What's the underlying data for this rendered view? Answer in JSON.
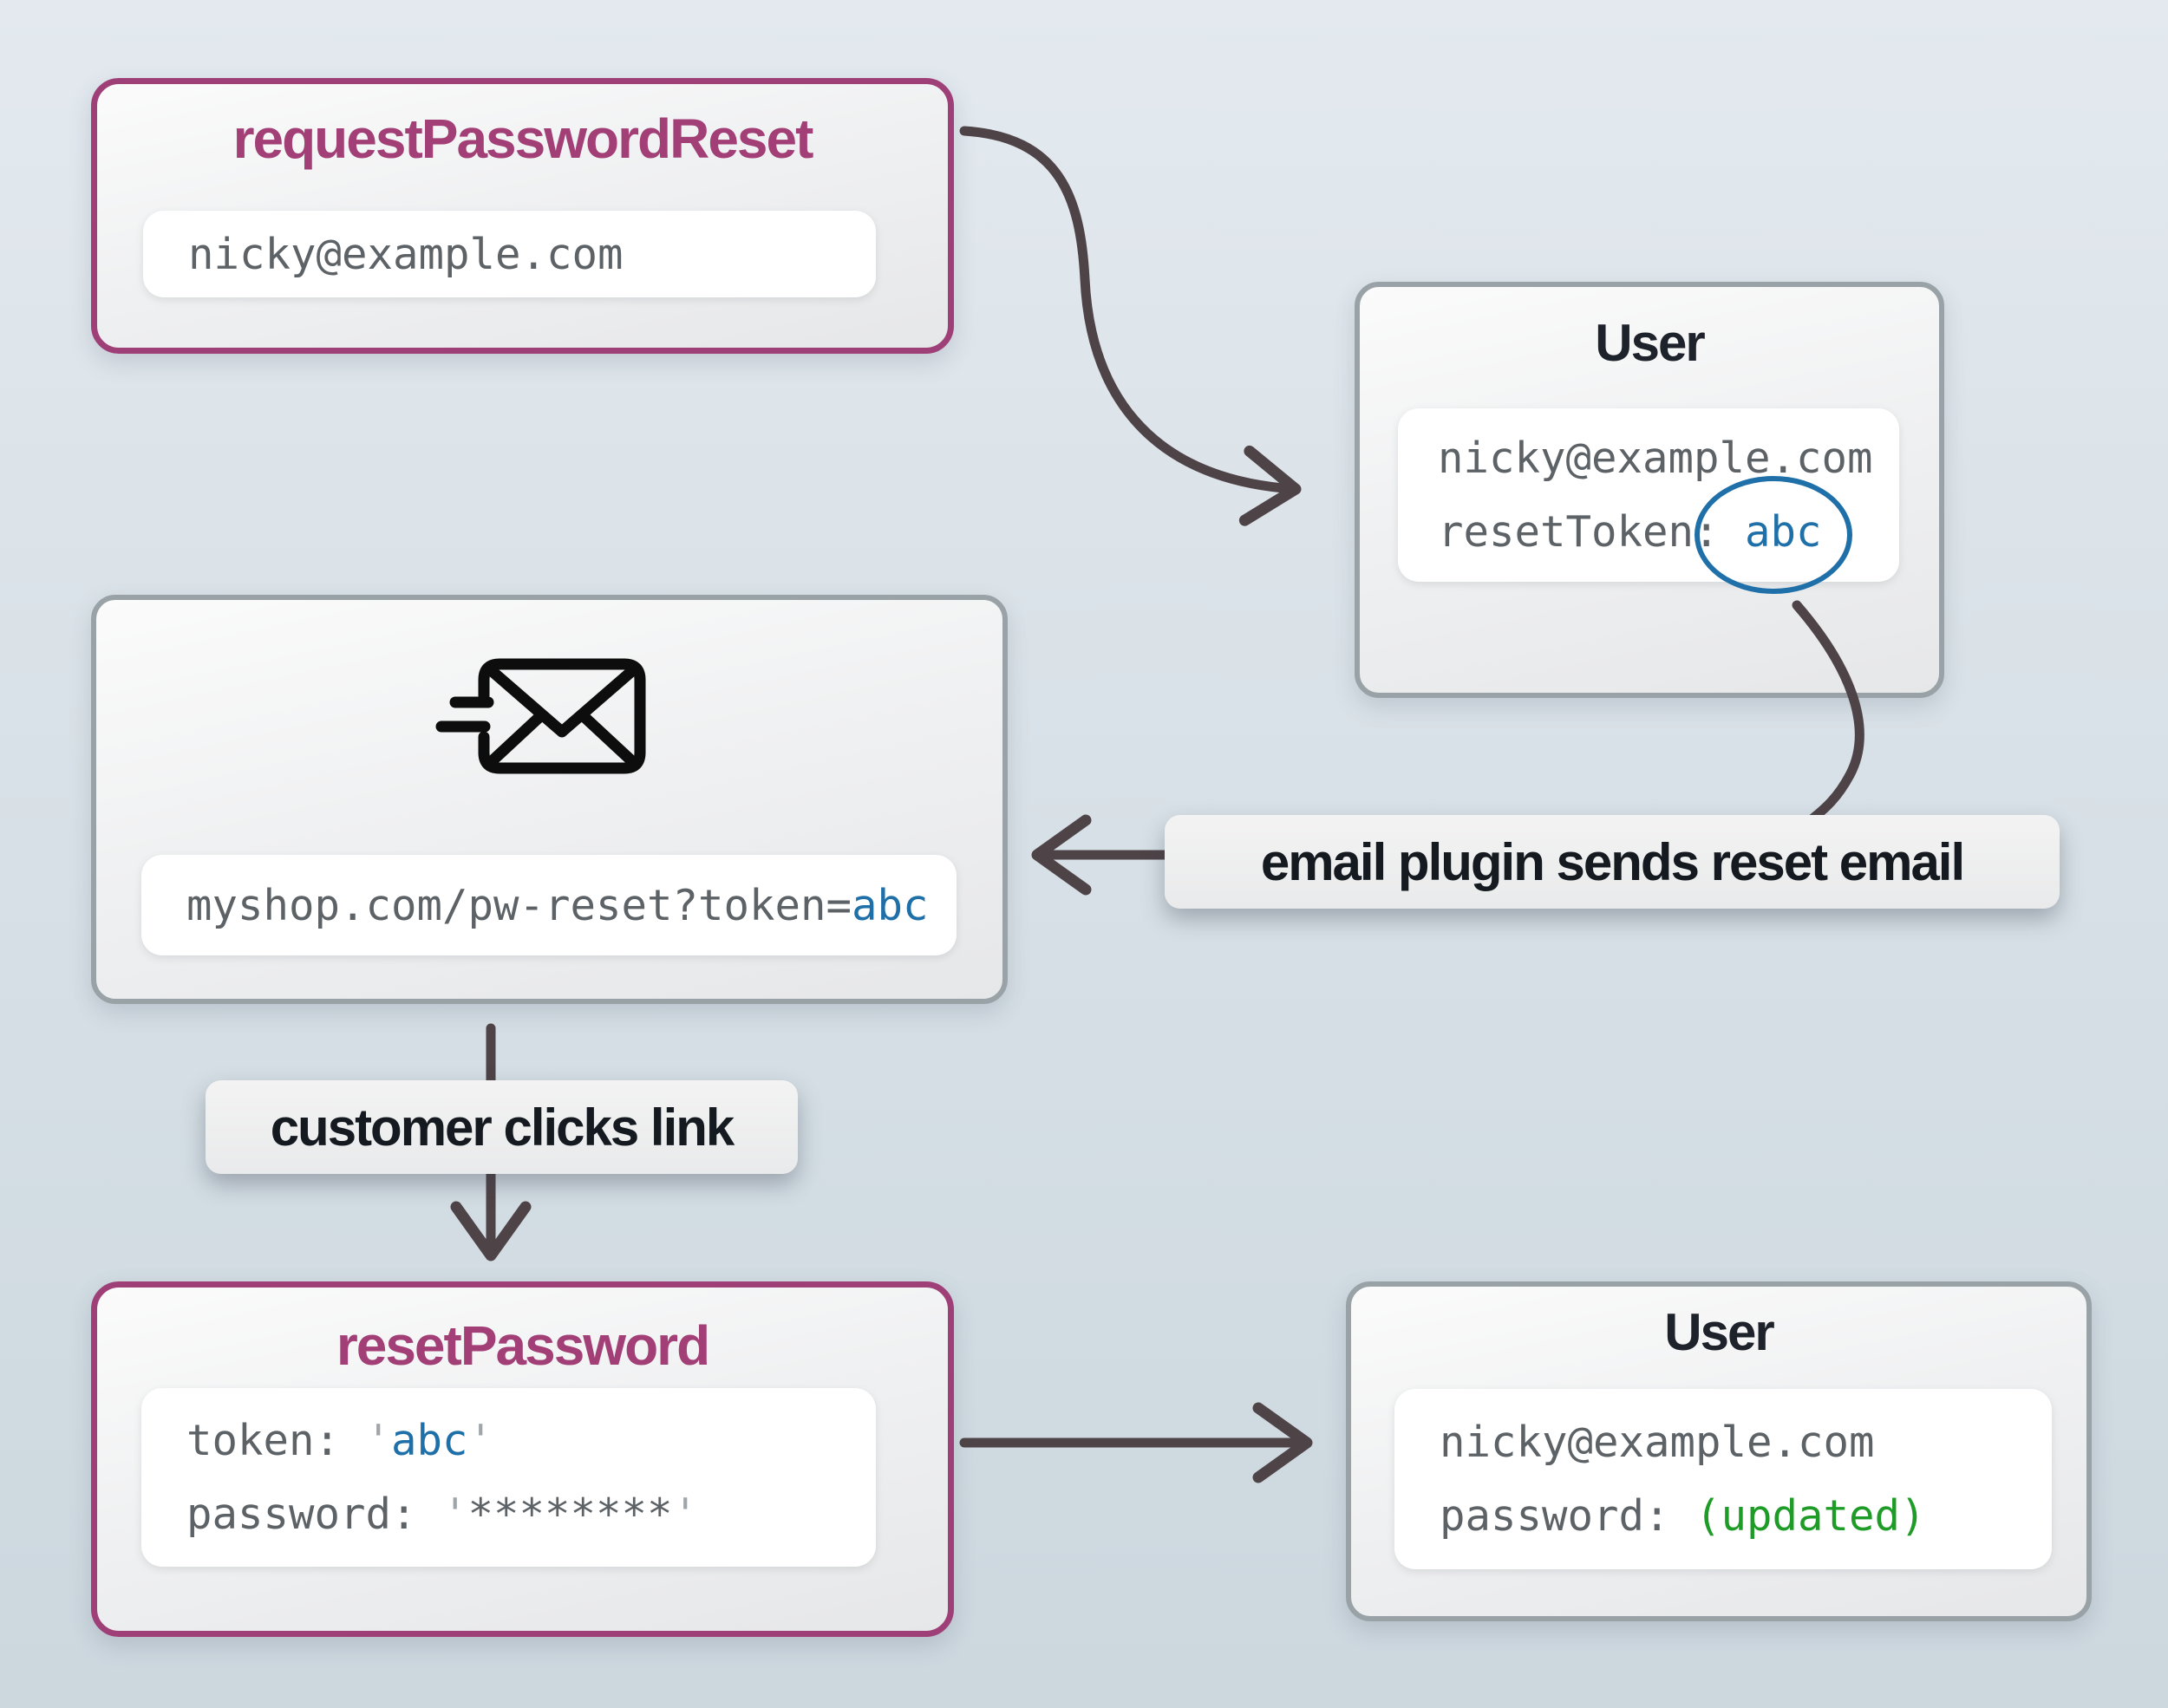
{
  "palette": {
    "background_top": "#e3e9ef",
    "background_bottom": "#ccd7de",
    "accent_purple_border": "#9e4077",
    "accent_purple_text": "#a23f76",
    "accent_blue": "#1f6fa8",
    "accent_green": "#1f9c28",
    "arrow_color": "#4e4347",
    "gray_border": "#99a2a6",
    "mono_text": "#5d6266",
    "title_dark": "#1e222a"
  },
  "request_box": {
    "title": "requestPasswordReset",
    "email_value": "nicky@example.com"
  },
  "user_top_box": {
    "title": "User",
    "email": "nicky@example.com",
    "reset_token_label": "resetToken: ",
    "reset_token_value": "abc"
  },
  "email_box": {
    "icon": "send-email-icon",
    "url_prefix": "myshop.com/pw-reset?token=",
    "url_token": "abc"
  },
  "annotations": {
    "email_plugin": "email plugin sends reset email",
    "customer_clicks": "customer clicks link"
  },
  "reset_box": {
    "title": "resetPassword",
    "token_label": "token: ",
    "quote": "'",
    "token_value": "abc",
    "password_label": "password: ",
    "password_masked": "********"
  },
  "user_bottom_box": {
    "title": "User",
    "email": "nicky@example.com",
    "password_label": "password: ",
    "password_value": "(updated)"
  }
}
